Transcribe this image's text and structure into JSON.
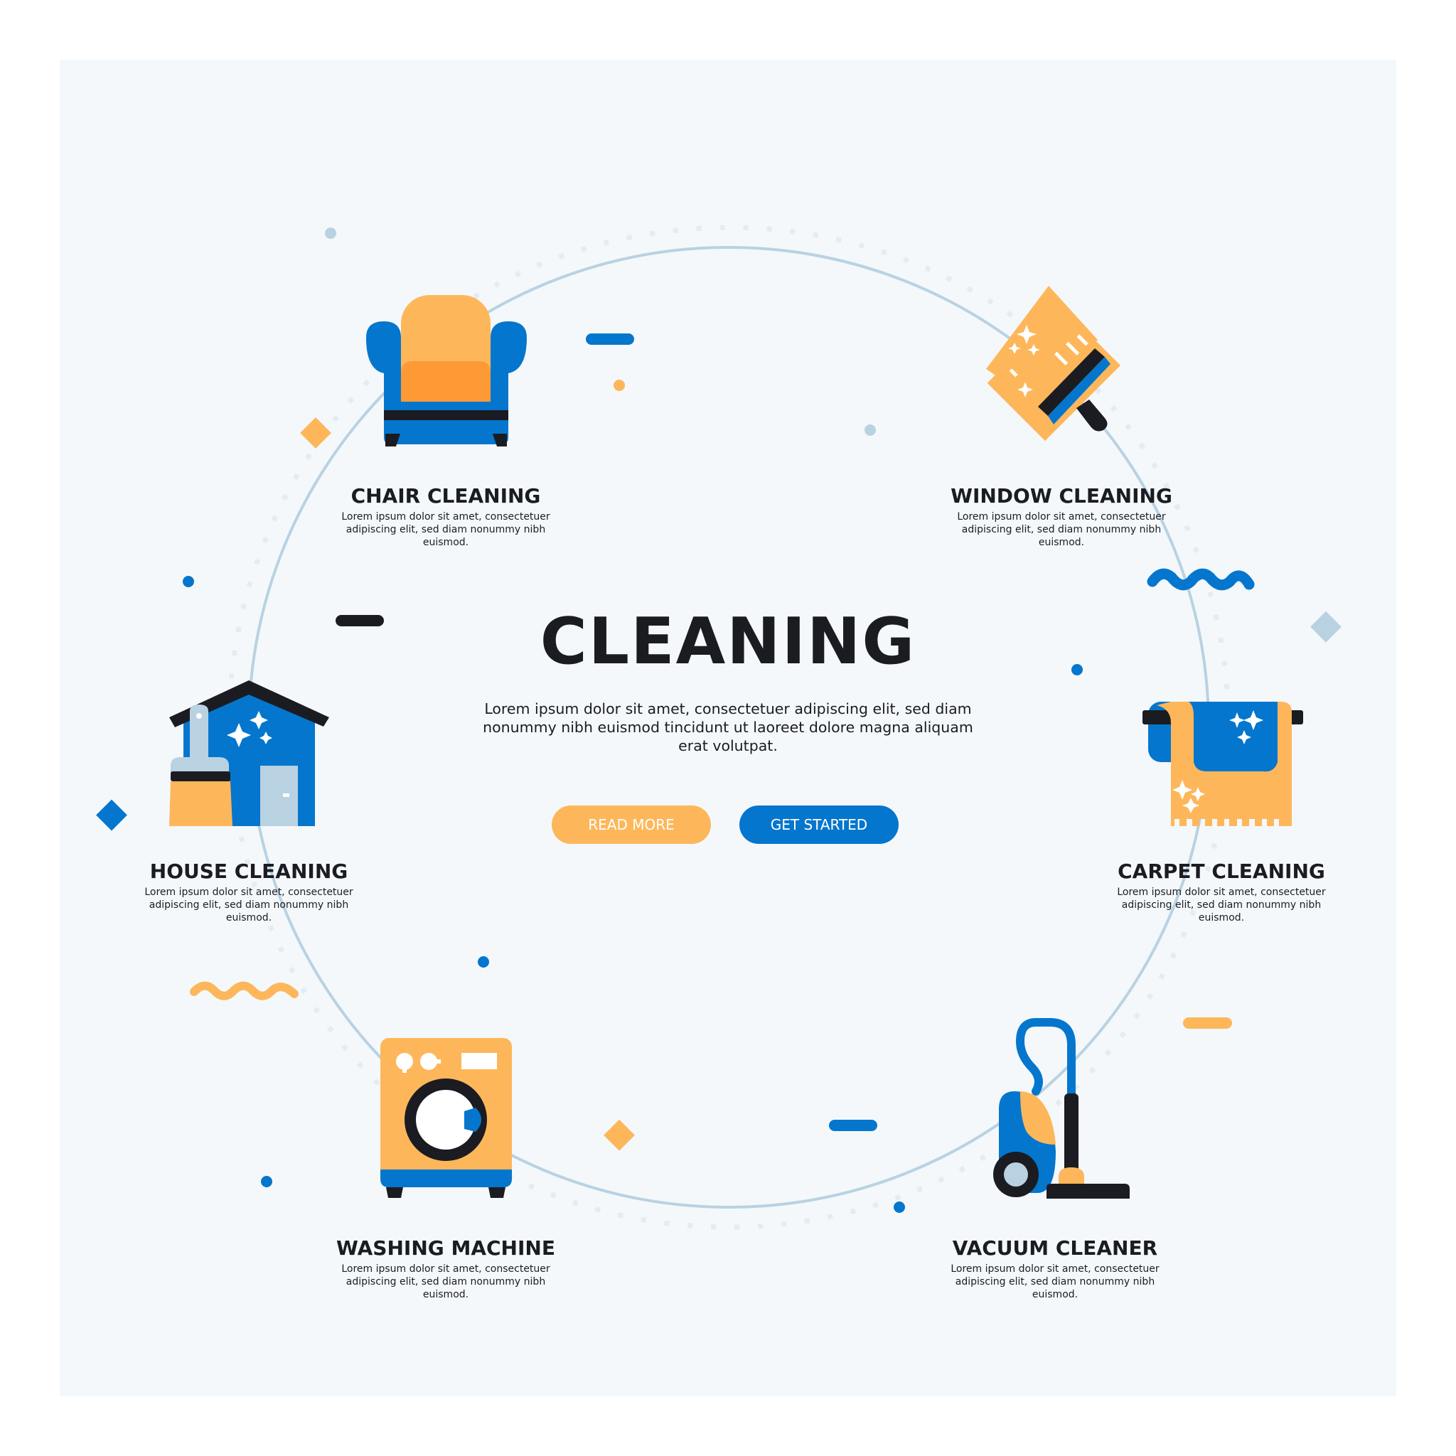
{
  "hero": {
    "title": "CLEANING",
    "description": "Lorem ipsum dolor sit amet, consectetuer adipiscing elit, sed diam nonummy nibh euismod tincidunt ut laoreet dolore magna aliquam erat volutpat.",
    "buttons": {
      "read_more": "READ MORE",
      "get_started": "GET STARTED"
    }
  },
  "features": [
    {
      "icon": "armchair-icon",
      "title": "CHAIR CLEANING",
      "description": "Lorem ipsum dolor sit amet, consectetuer adipiscing elit, sed diam nonummy nibh euismod."
    },
    {
      "icon": "squeegee-icon",
      "title": "WINDOW CLEANING",
      "description": "Lorem ipsum dolor sit amet, consectetuer adipiscing elit, sed diam nonummy nibh euismod."
    },
    {
      "icon": "house-brush-icon",
      "title": "HOUSE CLEANING",
      "description": "Lorem ipsum dolor sit amet, consectetuer adipiscing elit, sed diam nonummy nibh euismod."
    },
    {
      "icon": "carpet-icon",
      "title": "CARPET CLEANING",
      "description": "Lorem ipsum dolor sit amet, consectetuer adipiscing elit, sed diam nonummy nibh euismod."
    },
    {
      "icon": "washing-machine-icon",
      "title": "WASHING MACHINE",
      "description": "Lorem ipsum dolor sit amet, consectetuer adipiscing elit, sed diam nonummy nibh euismod."
    },
    {
      "icon": "vacuum-cleaner-icon",
      "title": "VACUUM CLEANER",
      "description": "Lorem ipsum dolor sit amet, consectetuer adipiscing elit, sed diam nonummy nibh euismod."
    }
  ],
  "colors": {
    "background": "#f4f8fb",
    "orange": "#fdb75a",
    "dark_orange": "#fd9a35",
    "blue": "#0576cd",
    "light_blue": "#b9d2e2",
    "dark": "#1b1c22"
  }
}
